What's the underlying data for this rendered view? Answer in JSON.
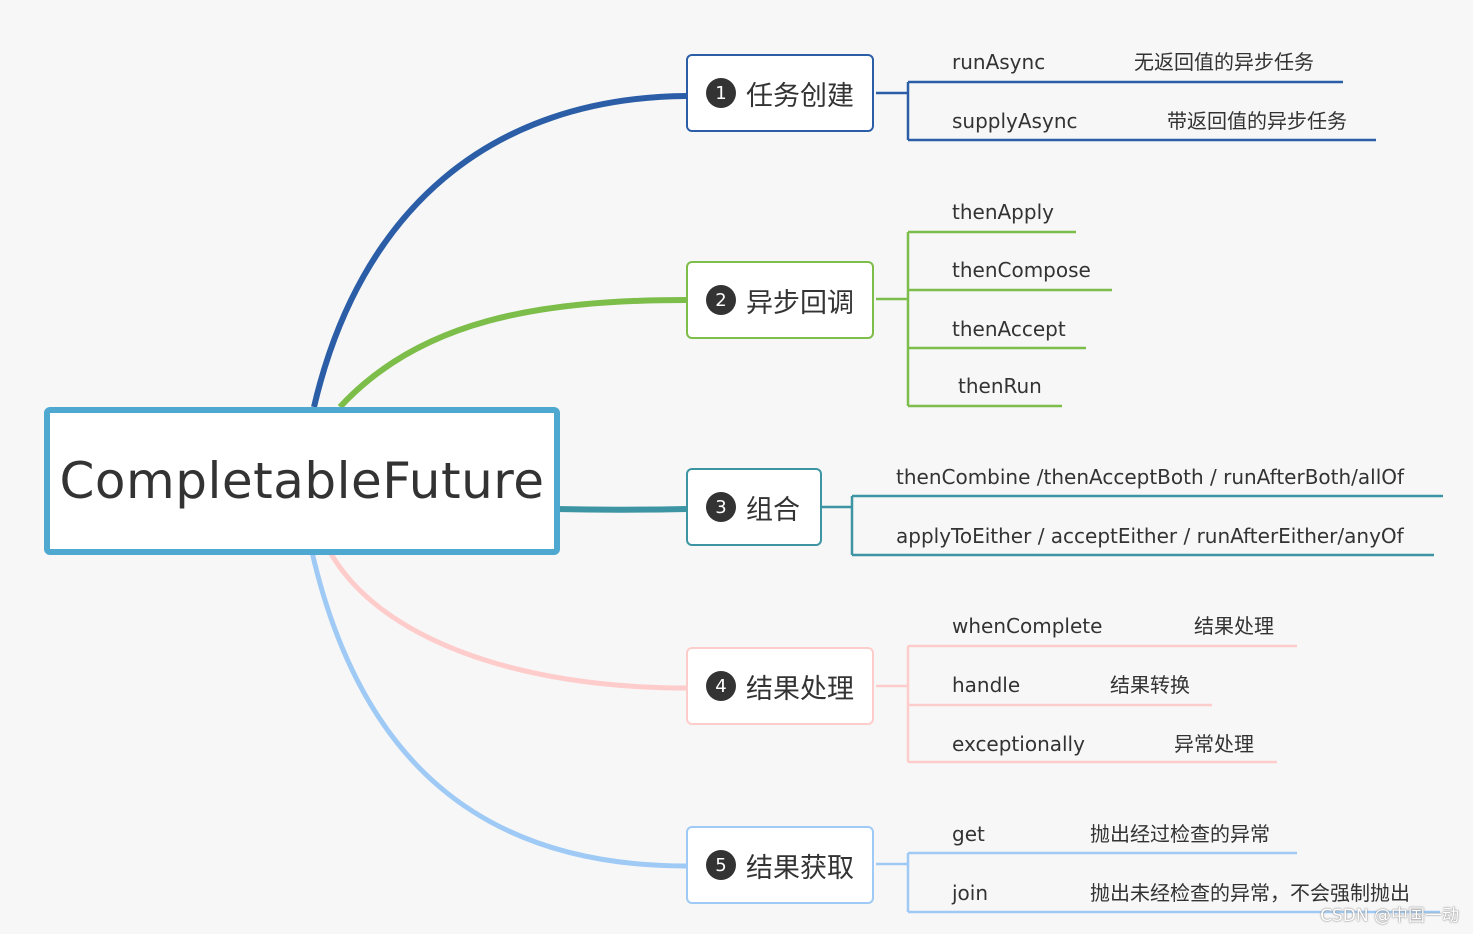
{
  "root": {
    "label": "CompletableFuture"
  },
  "colors": {
    "blue": "#2b5ea7",
    "green": "#7dbd4a",
    "teal": "#3d95a3",
    "pink": "#ffcccc",
    "lightblue": "#9fcaf5"
  },
  "topics": [
    {
      "badge": "1",
      "label": "任务创建",
      "items": [
        {
          "name": "runAsync",
          "desc": "无返回值的异步任务"
        },
        {
          "name": "supplyAsync",
          "desc": "带返回值的异步任务"
        }
      ]
    },
    {
      "badge": "2",
      "label": "异步回调",
      "items": [
        {
          "name": "thenApply"
        },
        {
          "name": "thenCompose"
        },
        {
          "name": "thenAccept"
        },
        {
          "name": "thenRun"
        }
      ]
    },
    {
      "badge": "3",
      "label": "组合",
      "items": [
        {
          "name": "thenCombine /thenAcceptBoth / runAfterBoth/allOf"
        },
        {
          "name": "applyToEither / acceptEither / runAfterEither/anyOf"
        }
      ]
    },
    {
      "badge": "4",
      "label": "结果处理",
      "items": [
        {
          "name": "whenComplete",
          "desc": "结果处理"
        },
        {
          "name": "handle",
          "desc": "结果转换"
        },
        {
          "name": "exceptionally",
          "desc": "异常处理"
        }
      ]
    },
    {
      "badge": "5",
      "label": "结果获取",
      "items": [
        {
          "name": "get",
          "desc": "抛出经过检查的异常"
        },
        {
          "name": "join",
          "desc": "抛出未经检查的异常，不会强制抛出"
        }
      ]
    }
  ],
  "watermark": "CSDN @中国一动"
}
